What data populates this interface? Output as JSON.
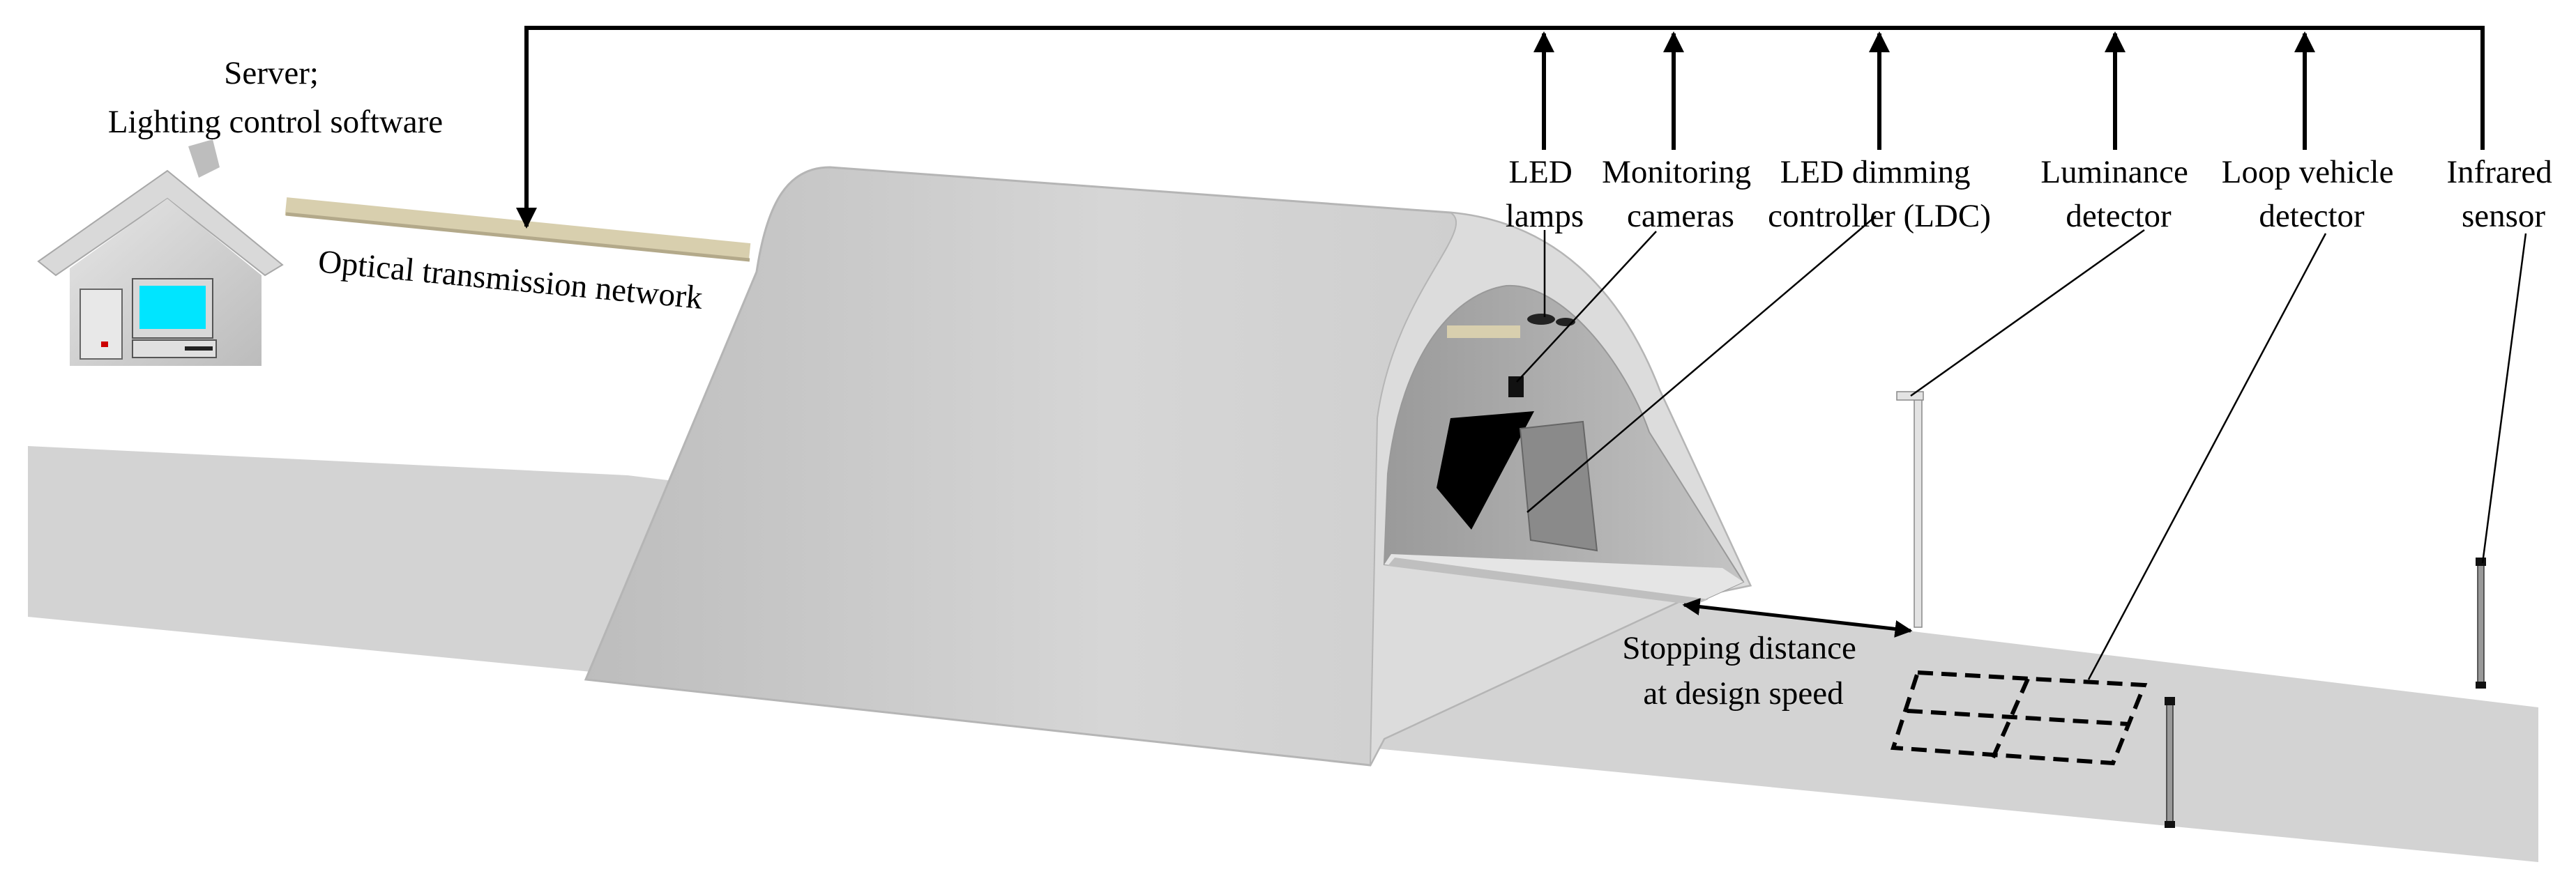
{
  "server": {
    "line1": "Server;",
    "line2": "Lighting control software"
  },
  "network": {
    "label": "Optical transmission network"
  },
  "devices": {
    "led_lamps": {
      "line1": "LED",
      "line2": "lamps"
    },
    "cameras": {
      "line1": "Monitoring",
      "line2": "cameras"
    },
    "ldc": {
      "line1": "LED dimming",
      "line2": "controller (LDC)"
    },
    "luminance": {
      "line1": "Luminance",
      "line2": "detector"
    },
    "loop": {
      "line1": "Loop vehicle",
      "line2": "detector"
    },
    "infrared": {
      "line1": "Infrared",
      "line2": "sensor"
    }
  },
  "stopping": {
    "line1": "Stopping distance",
    "line2": "at design speed"
  },
  "colors": {
    "road": "#d3d3d3",
    "tunnel": "#cfcfcf",
    "monitor_screen": "#00e5ff",
    "cable": "#d8cfae"
  }
}
